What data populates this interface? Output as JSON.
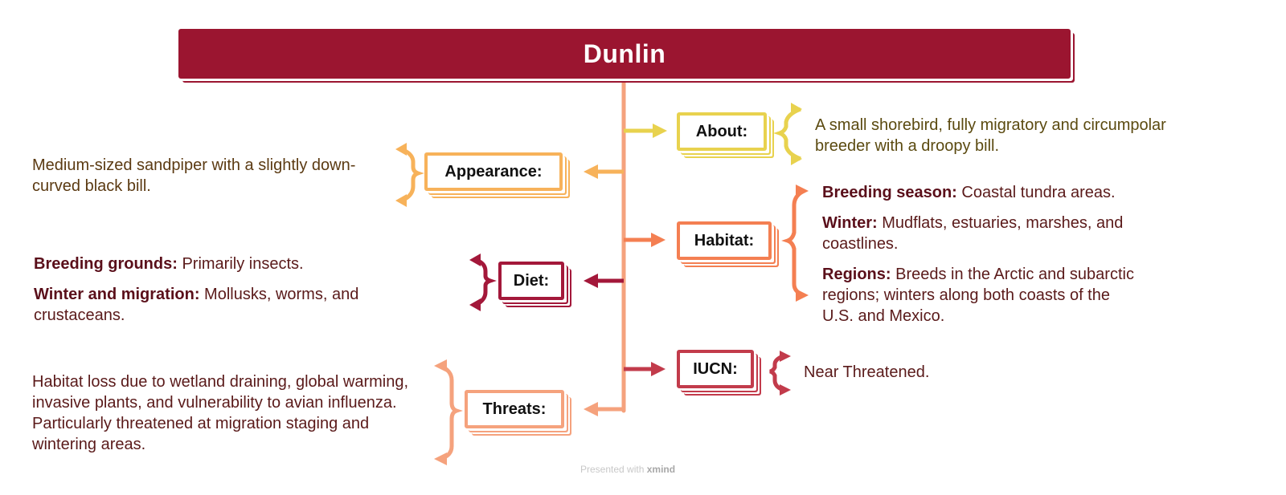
{
  "title": "Dunlin",
  "colors": {
    "title_bg": "#9b1530",
    "trunk": "#f5a27d",
    "about": "#e8d24e",
    "appearance": "#f7b25a",
    "habitat": "#f47f52",
    "diet": "#a3183a",
    "iucn": "#c23b4b",
    "threats": "#f5a27d"
  },
  "nodes": {
    "about": {
      "label": "About:",
      "text": "A small shorebird, fully migratory and circumpolar breeder with a droopy bill."
    },
    "appearance": {
      "label": "Appearance:",
      "text": "Medium-sized sandpiper with a slightly down-curved black bill."
    },
    "habitat": {
      "label": "Habitat:",
      "items": [
        {
          "term": "Breeding season:",
          "text": "Coastal tundra areas."
        },
        {
          "term": "Winter:",
          "text": "Mudflats, estuaries, marshes, and coastlines."
        },
        {
          "term": "Regions:",
          "text": "Breeds in the Arctic and subarctic regions; winters along both coasts of the U.S. and Mexico."
        }
      ]
    },
    "diet": {
      "label": "Diet:",
      "items": [
        {
          "term": "Breeding grounds:",
          "text": "Primarily insects."
        },
        {
          "term": "Winter and migration:",
          "text": "Mollusks, worms, and crustaceans."
        }
      ]
    },
    "iucn": {
      "label": "IUCN:",
      "text": "Near Threatened."
    },
    "threats": {
      "label": "Threats:",
      "text": "Habitat loss due to wetland draining, global warming, invasive plants, and vulnerability to avian influenza. Particularly threatened at migration staging and wintering areas."
    }
  },
  "footer": {
    "prefix": "Presented with",
    "brand": "xmind"
  }
}
